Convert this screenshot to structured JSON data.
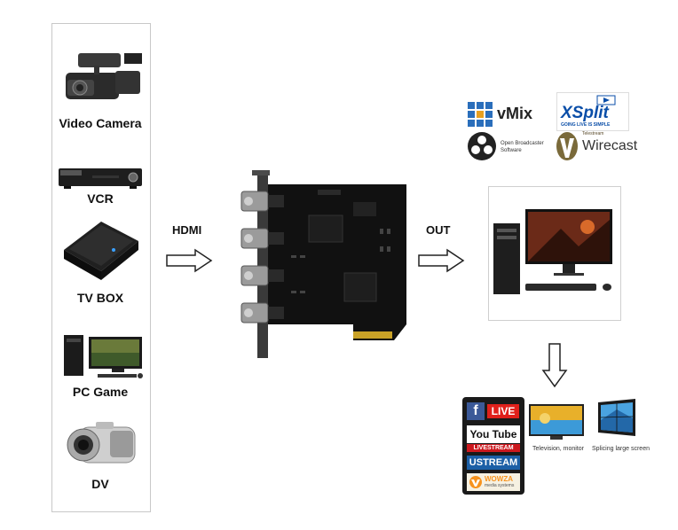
{
  "sources": [
    {
      "id": "video-camera",
      "label": "Video  Camera"
    },
    {
      "id": "vcr",
      "label": "VCR"
    },
    {
      "id": "tv-box",
      "label": "TV  BOX"
    },
    {
      "id": "pc-game",
      "label": "PC  Game"
    },
    {
      "id": "dv",
      "label": "DV"
    }
  ],
  "arrows": {
    "input_label": "HDMI",
    "output_label": "OUT"
  },
  "software": {
    "vmix": "vMix",
    "xsplit": "XSplit",
    "xsplit_tagline": "GOING LIVE IS SIMPLE",
    "obs": "Open Broadcaster Software",
    "wirecast": "Wirecast",
    "wirecast_top": "Telestream"
  },
  "streaming": {
    "facebook_live": "LIVE",
    "youtube": "You Tube",
    "livestream": "LIVESTREAM",
    "ustream": "USTREAM",
    "wowza": "WOWZA",
    "wowza_sub": "media systems"
  },
  "displays": {
    "tv_caption": "Television, monitor",
    "screen_caption": "Splicing large screen"
  },
  "colors": {
    "arrow_stroke": "#222222",
    "panel_border": "#c8c8c8",
    "facebook_blue": "#3b5998",
    "live_red": "#e0201b",
    "youtube_red": "#cc181e",
    "ustream_blue": "#1c5fa6",
    "wowza_orange": "#f7931e",
    "vmix_blue": "#2a6ebb",
    "xsplit_blue": "#0a4ea8"
  }
}
